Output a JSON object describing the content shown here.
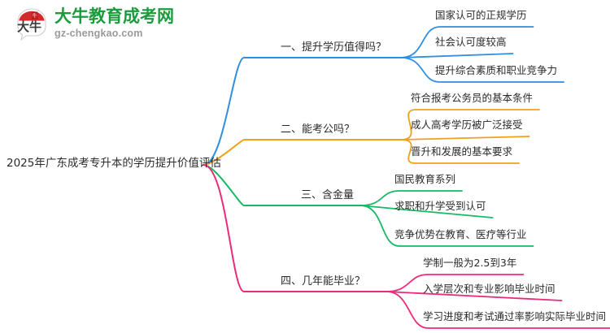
{
  "logo": {
    "brand_name": "大牛教育成考网",
    "domain": "gz-chengkao.com",
    "mark_text": "大牛",
    "brand_color": "#1a9c3c",
    "mark_color": "#d32b2b"
  },
  "mindmap": {
    "root": {
      "label": "2025年广东成考专升本的学历提升价值评估"
    },
    "branches": [
      {
        "index": "1",
        "label": "一、提升学历值得吗？",
        "color": "#2f8fe0",
        "children": [
          {
            "label": "国家认可的正规学历"
          },
          {
            "label": "社会认可度较高"
          },
          {
            "label": "提升综合素质和职业竞争力"
          }
        ]
      },
      {
        "index": "2",
        "label": "二、能考公吗？",
        "color": "#f0a01e",
        "children": [
          {
            "label": "符合报考公务员的基本条件"
          },
          {
            "label": "成人高考学历被广泛接受"
          },
          {
            "label": "晋升和发展的基本要求"
          }
        ]
      },
      {
        "index": "3",
        "label": "三、含金量",
        "color": "#17b964",
        "children": [
          {
            "label": "国民教育系列"
          },
          {
            "label": "求职和升学受到认可"
          },
          {
            "label": "竞争优势在教育、医疗等行业"
          }
        ]
      },
      {
        "index": "4",
        "label": "四、几年能毕业？",
        "color": "#ec2a7b",
        "children": [
          {
            "label": "学制一般为2.5到3年"
          },
          {
            "label": "入学层次和专业影响毕业时间"
          },
          {
            "label": "学习进度和考试通过率影响实际毕业时间"
          }
        ]
      }
    ]
  }
}
